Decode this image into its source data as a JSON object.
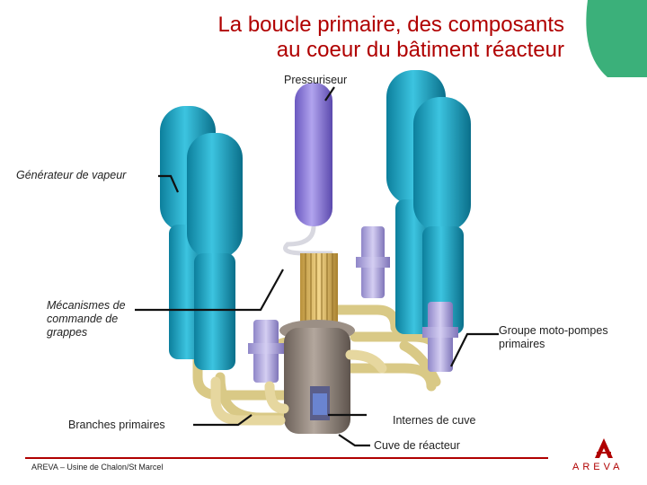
{
  "header": {
    "title_line1": "La boucle primaire, des composants",
    "title_line2": "au coeur du bâtiment réacteur"
  },
  "labels": {
    "pressuriseur": "Pressuriseur",
    "generateur": "Générateur de vapeur",
    "mecanismes_1": "Mécanismes de",
    "mecanismes_2": "commande de",
    "mecanismes_3": "grappes",
    "groupe_1": "Groupe moto-pompes",
    "groupe_2": "primaires",
    "branches": "Branches primaires",
    "internes": "Internes de cuve",
    "cuve": "Cuve de réacteur"
  },
  "footer": {
    "text": "AREVA – Usine de Chalon/St Marcel"
  },
  "logo": {
    "text": "AREVA"
  },
  "colors": {
    "title": "#b00000",
    "generator": "#1aa7c6",
    "pressurizer": "#8a78d8",
    "vessel": "#8a7d72",
    "pipes": "#e3d49a",
    "corner": "#3bb07a"
  }
}
